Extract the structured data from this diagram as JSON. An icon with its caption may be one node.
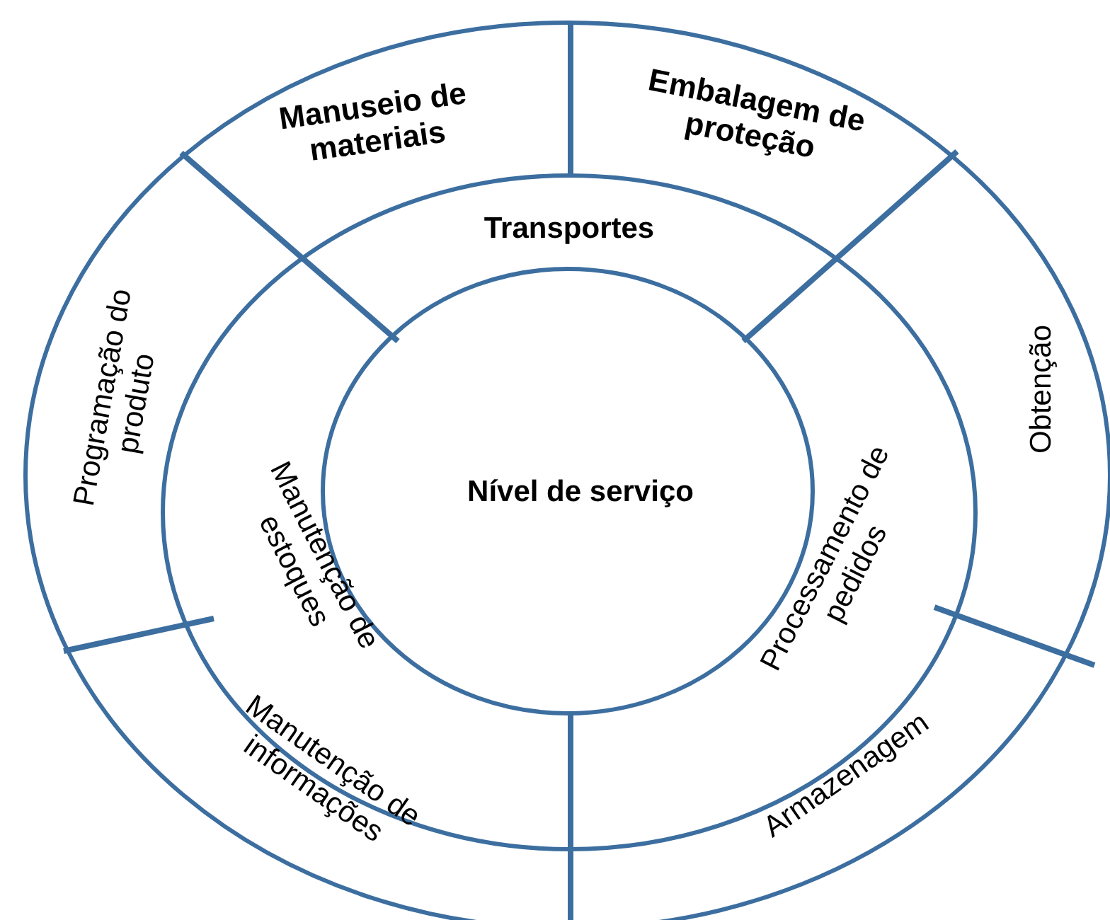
{
  "diagram": {
    "nodes": [
      {
        "text": [
          "Manuseio de materiais"
        ]
      },
      {
        "text": [
          "Embalagem de proteção"
        ]
      },
      {
        "text": [
          "Transportes"
        ]
      },
      {
        "text": [
          "Programação do produto"
        ]
      },
      {
        "text": [
          "Obtenção"
        ]
      },
      {
        "text": [
          "Nível de serviço"
        ]
      },
      {
        "text": [
          "Manutenção de estoques"
        ]
      },
      {
        "text": [
          "Processamento de pedidos"
        ]
      },
      {
        "text": [
          "Manutenção de informações"
        ]
      },
      {
        "text": [
          "Armazenagem"
        ]
      }
    ]
  }
}
